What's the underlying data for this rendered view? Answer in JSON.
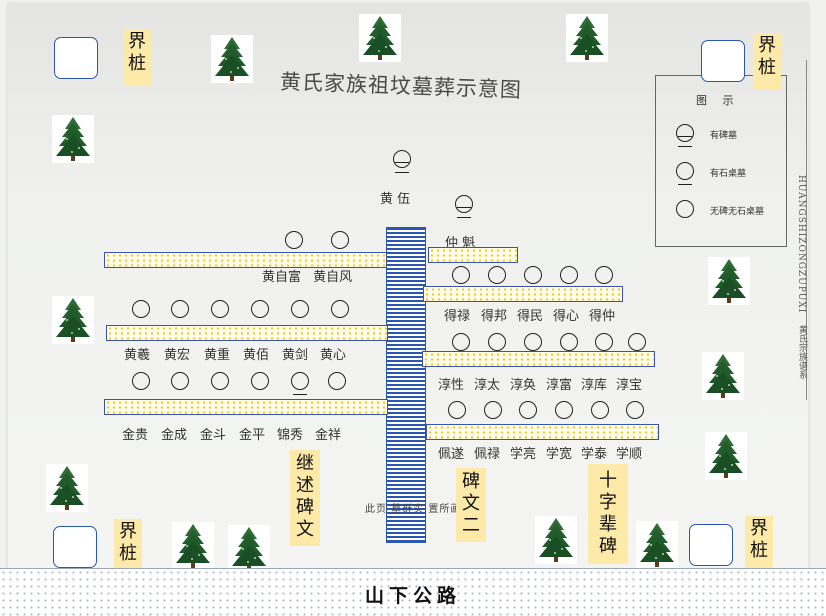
{
  "title": "黄氏家族祖坟墓葬示意图",
  "legend": {
    "title": "图 示",
    "items": [
      {
        "symbol": "tomb",
        "label": "有碑墓"
      },
      {
        "symbol": "stone",
        "label": "有石桌墓"
      },
      {
        "symbol": "plain",
        "label": "无碑无石桌墓"
      }
    ]
  },
  "side_text": "HUANGSHIZONGZUPUXI",
  "side_text_cn": "黄氏宗族谱系",
  "root_name": "黄 伍",
  "right_top_name": "仲 魁",
  "generations": {
    "left_row1": "黄自富 黄自风",
    "left_row2": [
      "黄羲",
      "黄宏",
      "黄重",
      "黄佰",
      "黄剑",
      "黄心"
    ],
    "left_row3": [
      "金贵",
      "金成",
      "金斗",
      "金平",
      "锦秀",
      "金祥"
    ],
    "right_row1": [
      "得禄",
      "得邦",
      "得民",
      "得心",
      "得仲"
    ],
    "right_row2": [
      "淳性",
      "淳太",
      "淳奂",
      "淳富",
      "淳库",
      "淳宝"
    ],
    "right_row3": [
      "佩遂",
      "佩禄",
      "学亮",
      "学宽",
      "学泰",
      "学顺"
    ]
  },
  "footnote": "此页 墓群实 置所画",
  "labels": {
    "boundary": "界桩",
    "stele_inheritance": "继述碑文",
    "stele_two": "碑文二",
    "stele_ten_generations": "十字辈碑"
  },
  "road": "山下公路",
  "colors": {
    "accent_blue": "#2b56b0",
    "label_yellow": "#fde9a8",
    "tree_green": "#1f5a2a"
  }
}
